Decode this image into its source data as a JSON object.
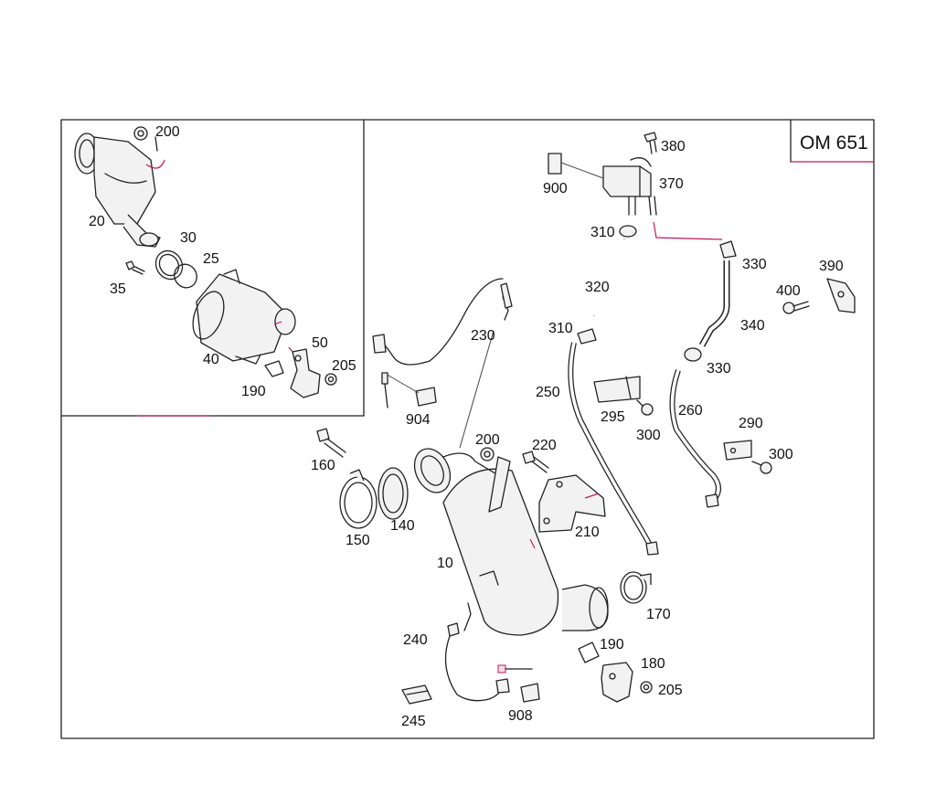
{
  "engine_code": "OM 651",
  "callouts": {
    "p10": "10",
    "p20": "20",
    "p25": "25",
    "p30": "30",
    "p35": "35",
    "p40": "40",
    "p50": "50",
    "p140": "140",
    "p150": "150",
    "p160": "160",
    "p170": "170",
    "p180": "180",
    "p190a": "190",
    "p190b": "190",
    "p200a": "200",
    "p200b": "200",
    "p205a": "205",
    "p205b": "205",
    "p210": "210",
    "p220": "220",
    "p230": "230",
    "p240": "240",
    "p245": "245",
    "p250": "250",
    "p260": "260",
    "p290": "290",
    "p295": "295",
    "p300a": "300",
    "p300b": "300",
    "p310a": "310",
    "p310b": "310",
    "p320": "320",
    "p330a": "330",
    "p330b": "330",
    "p340": "340",
    "p370": "370",
    "p380": "380",
    "p390": "390",
    "p400": "400",
    "p900": "900",
    "p904": "904",
    "p908": "908"
  },
  "colors": {
    "frame": "#c2185b",
    "line": "#222222",
    "background": "#ffffff"
  }
}
